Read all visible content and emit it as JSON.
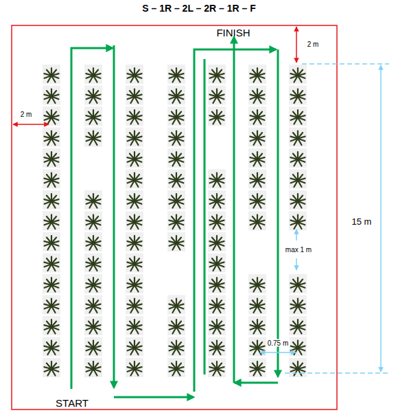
{
  "diagram": {
    "title": "S – 1R – 2L – 2R – 1R – F",
    "labels": [
      "FINISH",
      "START",
      "2 m",
      "2 m",
      "15 m",
      "max 1 m",
      "0.75 m"
    ]
  }
}
